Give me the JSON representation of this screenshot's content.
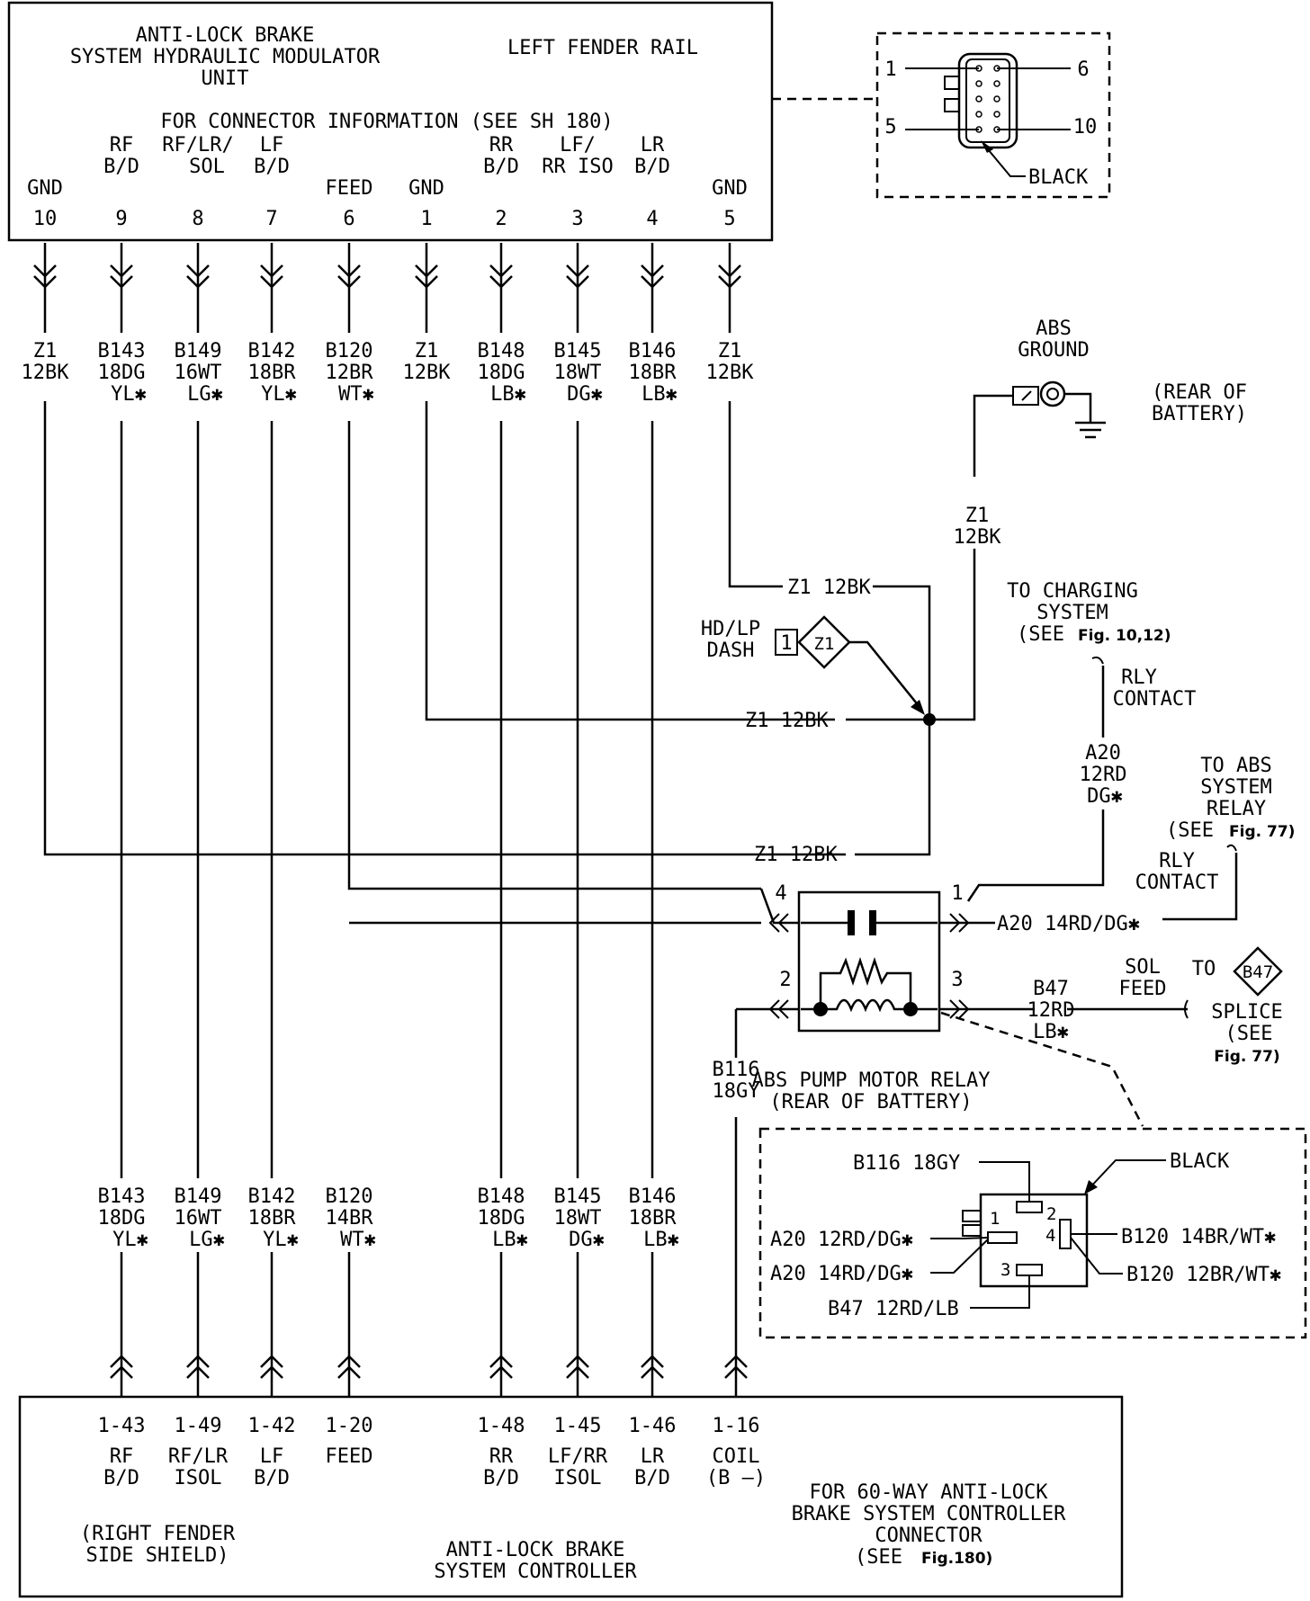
{
  "modulator": {
    "title": [
      "ANTI-LOCK BRAKE",
      "SYSTEM HYDRAULIC MODULATOR",
      "UNIT"
    ],
    "location": "LEFT FENDER RAIL",
    "connector_note": "FOR CONNECTOR INFORMATION (SEE SH 180)",
    "pins": [
      {
        "label": [
          "GND"
        ],
        "num": "10"
      },
      {
        "label": [
          "RF",
          "B/D"
        ],
        "num": "9"
      },
      {
        "label": [
          "RF/LR/",
          "SOL"
        ],
        "num": "8"
      },
      {
        "label": [
          "LF",
          "B/D"
        ],
        "num": "7"
      },
      {
        "label": [
          "FEED"
        ],
        "num": "6"
      },
      {
        "label": [
          "GND"
        ],
        "num": "1"
      },
      {
        "label": [
          "RR",
          "B/D"
        ],
        "num": "2"
      },
      {
        "label": [
          "LF/",
          "RR ISO"
        ],
        "num": "3"
      },
      {
        "label": [
          "LR",
          "B/D"
        ],
        "num": "4"
      },
      {
        "label": [
          "GND"
        ],
        "num": "5"
      }
    ]
  },
  "modulator_wires": [
    [
      "Z1",
      "12BK",
      ""
    ],
    [
      "B143",
      "18DG",
      "YL✱"
    ],
    [
      "B149",
      "16WT",
      "LG✱"
    ],
    [
      "B142",
      "18BR",
      "YL✱"
    ],
    [
      "B120",
      "12BR",
      "WT✱"
    ],
    [
      "Z1",
      "12BK",
      ""
    ],
    [
      "B148",
      "18DG",
      "LB✱"
    ],
    [
      "B145",
      "18WT",
      "DG✱"
    ],
    [
      "B146",
      "18BR",
      "LB✱"
    ],
    [
      "Z1",
      "12BK",
      ""
    ]
  ],
  "connector_view": {
    "pin_1": "1",
    "pin_6": "6",
    "pin_5": "5",
    "pin_10": "10",
    "color": "BLACK"
  },
  "abs_ground": {
    "title": [
      "ABS",
      "GROUND"
    ],
    "location": [
      "(REAR OF",
      "BATTERY)"
    ],
    "wire": [
      "Z1",
      "12BK"
    ]
  },
  "ground_wires": {
    "w1": "Z1 12BK",
    "w2": "Z1 12BK",
    "w3": "Z1 12BK"
  },
  "dash": {
    "label": [
      "HD/LP",
      "DASH"
    ],
    "pin": "1",
    "code": "Z1"
  },
  "charging": {
    "title": [
      "TO CHARGING",
      "SYSTEM"
    ],
    "see": "(SEE",
    "fig": "Fig. 10,12)",
    "contact": [
      "RLY",
      "CONTACT"
    ]
  },
  "a20_upper": [
    "A20",
    "12RD",
    "DG✱"
  ],
  "abs_relay_ref": {
    "title": [
      "TO ABS",
      "SYSTEM",
      "RELAY"
    ],
    "see": "(SEE",
    "fig": "Fig. 77)",
    "contact": [
      "RLY",
      "CONTACT"
    ]
  },
  "relay": {
    "pin_1": "1",
    "pin_2": "2",
    "pin_3": "3",
    "pin_4": "4",
    "a20_wire": "A20 14RD/DG✱",
    "b47_wire": [
      "B47",
      "12RD",
      "LB✱"
    ],
    "sol_feed": [
      "SOL",
      "FEED"
    ],
    "b116_wire": [
      "B116",
      "18GY"
    ],
    "name": [
      "ABS PUMP MOTOR RELAY",
      "(REAR OF BATTERY)"
    ]
  },
  "splice": {
    "to": "TO",
    "code": "B47",
    "text": [
      "SPLICE",
      "(SEE"
    ],
    "fig": "Fig. 77)"
  },
  "relay_connector": {
    "b116": "B116 18GY",
    "color": "BLACK",
    "a20_12": "A20 12RD/DG✱",
    "a20_14": "A20 14RD/DG✱",
    "b120_14": "B120 14BR/WT✱",
    "b120_12": "B120 12BR/WT✱",
    "b47": "B47 12RD/LB",
    "pin_1": "1",
    "pin_2": "2",
    "pin_3": "3",
    "pin_4": "4"
  },
  "controller_wires": [
    [
      "B143",
      "18DG",
      "YL✱"
    ],
    [
      "B149",
      "16WT",
      "LG✱"
    ],
    [
      "B142",
      "18BR",
      "YL✱"
    ],
    [
      "B120",
      "14BR",
      "WT✱"
    ],
    [
      "B148",
      "18DG",
      "LB✱"
    ],
    [
      "B145",
      "18WT",
      "DG✱"
    ],
    [
      "B146",
      "18BR",
      "LB✱"
    ]
  ],
  "controller": {
    "pins": [
      {
        "num": "1-43",
        "label": [
          "RF",
          "B/D"
        ]
      },
      {
        "num": "1-49",
        "label": [
          "RF/LR",
          "ISOL"
        ]
      },
      {
        "num": "1-42",
        "label": [
          "LF",
          "B/D"
        ]
      },
      {
        "num": "1-20",
        "label": [
          "FEED"
        ]
      },
      {
        "num": "1-48",
        "label": [
          "RR",
          "B/D"
        ]
      },
      {
        "num": "1-45",
        "label": [
          "LF/RR",
          "ISOL"
        ]
      },
      {
        "num": "1-46",
        "label": [
          "LR",
          "B/D"
        ]
      },
      {
        "num": "1-16",
        "label": [
          "COIL",
          "(B —)"
        ]
      }
    ],
    "location": [
      "(RIGHT FENDER",
      "SIDE SHIELD)"
    ],
    "title": [
      "ANTI-LOCK BRAKE",
      "SYSTEM CONTROLLER"
    ],
    "note": [
      "FOR 60-WAY ANTI-LOCK",
      "BRAKE SYSTEM CONTROLLER",
      "CONNECTOR"
    ],
    "note_see": "(SEE",
    "note_fig": "Fig.180)"
  }
}
